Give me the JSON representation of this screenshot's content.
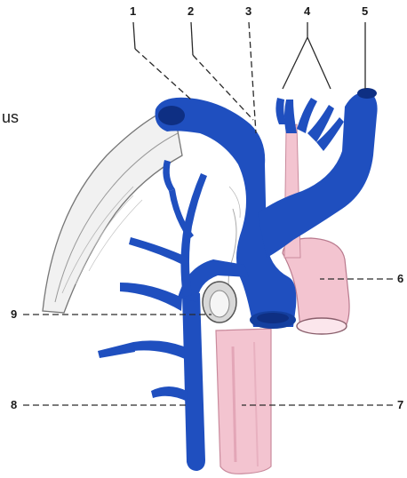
{
  "labels": {
    "l1": "1",
    "l2": "2",
    "l3": "3",
    "l4": "4",
    "l5": "5",
    "l6": "6",
    "l7": "7",
    "l8": "8",
    "l9": "9",
    "partial_left": "us"
  },
  "colors": {
    "vein": "#1f4fbf",
    "vein_dark": "#123a9a",
    "artery_pink": "#f3c4d0",
    "artery_dark": "#d79aac",
    "background": "#ffffff"
  }
}
